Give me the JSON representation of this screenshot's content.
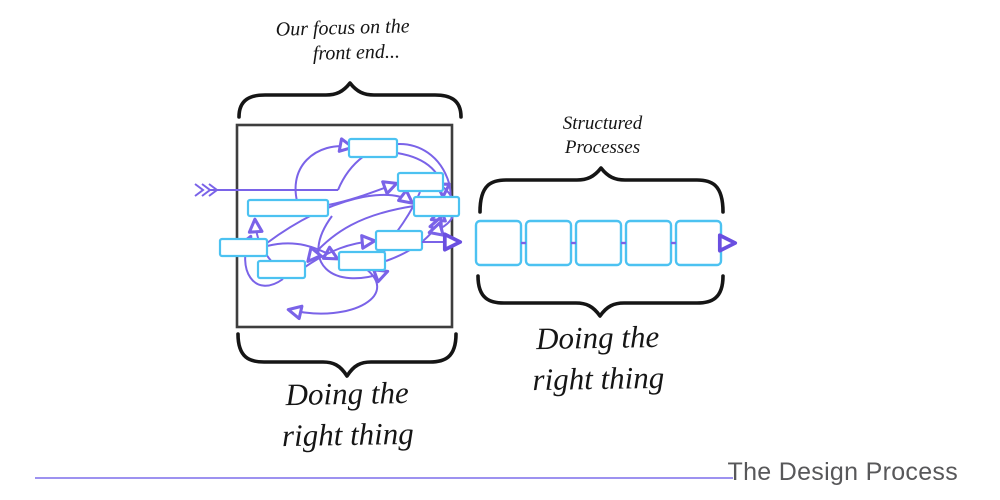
{
  "labels": {
    "focus_line1": "Our focus on the",
    "focus_line2": "front end...",
    "structured_line1": "Structured",
    "structured_line2": "Processes",
    "fuzzy_caption_line1": "Doing the",
    "fuzzy_caption_line2": "right thing",
    "structured_caption_line1": "Doing the",
    "structured_caption_line2": "right thing",
    "footer_title": "The Design Process"
  },
  "diagram": {
    "fuzzy_front_end_box_count": 8,
    "structured_step_count": 5
  },
  "colors": {
    "arrow_purple": "#7a63e8",
    "process_box_cyan": "#4cc2f1",
    "annotation_black": "#151515",
    "frame_gray": "#3e3e3e",
    "footer_text_gray": "#58585a",
    "footer_line_purple": "#8f82ee"
  }
}
